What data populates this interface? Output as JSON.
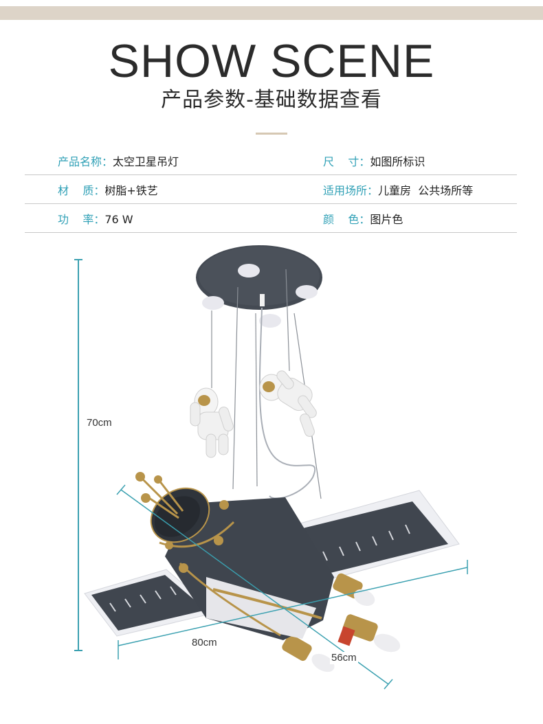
{
  "header": {
    "title": "SHOW SCENE",
    "subtitle": "产品参数-基础数据查看"
  },
  "specs": {
    "rows": [
      {
        "left": {
          "key": "产品名称：",
          "value": "太空卫星吊灯"
        },
        "right": {
          "key": "尺    寸：",
          "value": "如图所标识"
        }
      },
      {
        "left": {
          "key": "材    质：",
          "value": "树脂+铁艺"
        },
        "right": {
          "key": "适用场所：",
          "value": "儿童房  公共场所等"
        }
      },
      {
        "left": {
          "key": "功    率：",
          "value": "76 W"
        },
        "right": {
          "key": "颜    色：",
          "value": "图片色"
        }
      }
    ]
  },
  "dimensions": {
    "height": "70cm",
    "width": "80cm",
    "depth": "56cm"
  },
  "colors": {
    "accent": "#2fa0b6",
    "band": "#ddd4c8",
    "body": "#434952",
    "gold": "#b8944a"
  }
}
